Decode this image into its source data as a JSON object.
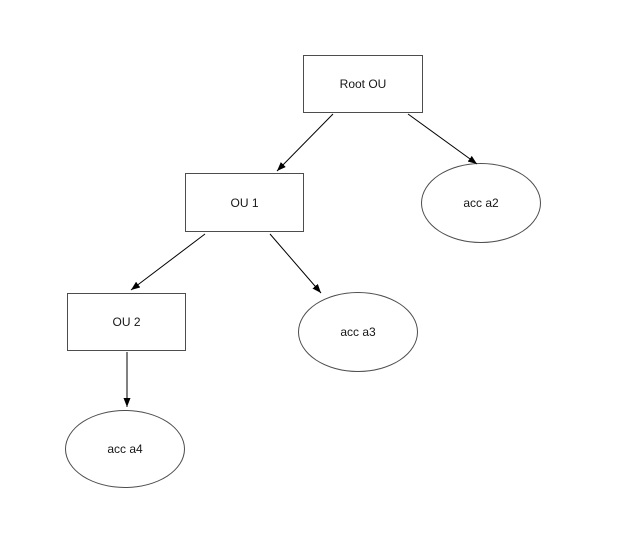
{
  "diagram": {
    "type": "tree",
    "background_color": "#ffffff",
    "shape_fill_color": "#ffffff",
    "shape_stroke_color": "#4d4d4d",
    "edge_color": "#000000",
    "text_color": "#161616",
    "nodes": [
      {
        "id": "root-ou",
        "label": "Root OU",
        "shape": "rectangle"
      },
      {
        "id": "ou-1",
        "label": "OU 1",
        "shape": "rectangle"
      },
      {
        "id": "acc-a2",
        "label": "acc a2",
        "shape": "ellipse"
      },
      {
        "id": "ou-2",
        "label": "OU 2",
        "shape": "rectangle"
      },
      {
        "id": "acc-a3",
        "label": "acc a3",
        "shape": "ellipse"
      },
      {
        "id": "acc-a4",
        "label": "acc a4",
        "shape": "ellipse"
      }
    ],
    "edges": [
      {
        "from": "root-ou",
        "to": "ou-1",
        "arrow": "target"
      },
      {
        "from": "root-ou",
        "to": "acc-a2",
        "arrow": "target"
      },
      {
        "from": "ou-1",
        "to": "ou-2",
        "arrow": "target"
      },
      {
        "from": "ou-1",
        "to": "acc-a3",
        "arrow": "target"
      },
      {
        "from": "ou-2",
        "to": "acc-a4",
        "arrow": "target"
      }
    ]
  }
}
